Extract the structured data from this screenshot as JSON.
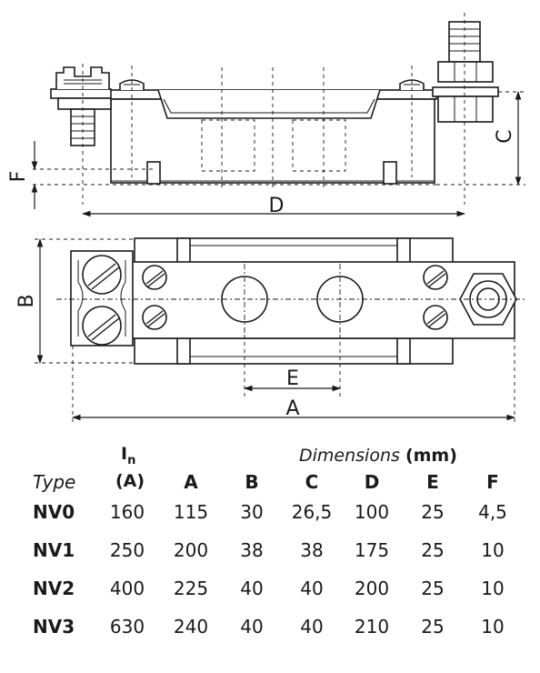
{
  "diagram": {
    "labels": {
      "A": "A",
      "B": "B",
      "C": "C",
      "D": "D",
      "E": "E",
      "F": "F"
    }
  },
  "table": {
    "header": {
      "current_symbol": "I",
      "current_subscript": "n",
      "dimensions_label": "Dimensions",
      "dimensions_unit": "(mm)",
      "type_label": "Type",
      "current_unit": "(A)",
      "columns": [
        "A",
        "B",
        "C",
        "D",
        "E",
        "F"
      ]
    },
    "rows": [
      {
        "type": "NV0",
        "in": "160",
        "values": [
          "115",
          "30",
          "26,5",
          "100",
          "25",
          "4,5"
        ]
      },
      {
        "type": "NV1",
        "in": "250",
        "values": [
          "200",
          "38",
          "38",
          "175",
          "25",
          "10"
        ]
      },
      {
        "type": "NV2",
        "in": "400",
        "values": [
          "225",
          "40",
          "40",
          "200",
          "25",
          "10"
        ]
      },
      {
        "type": "NV3",
        "in": "630",
        "values": [
          "240",
          "40",
          "40",
          "210",
          "25",
          "10"
        ]
      }
    ]
  }
}
